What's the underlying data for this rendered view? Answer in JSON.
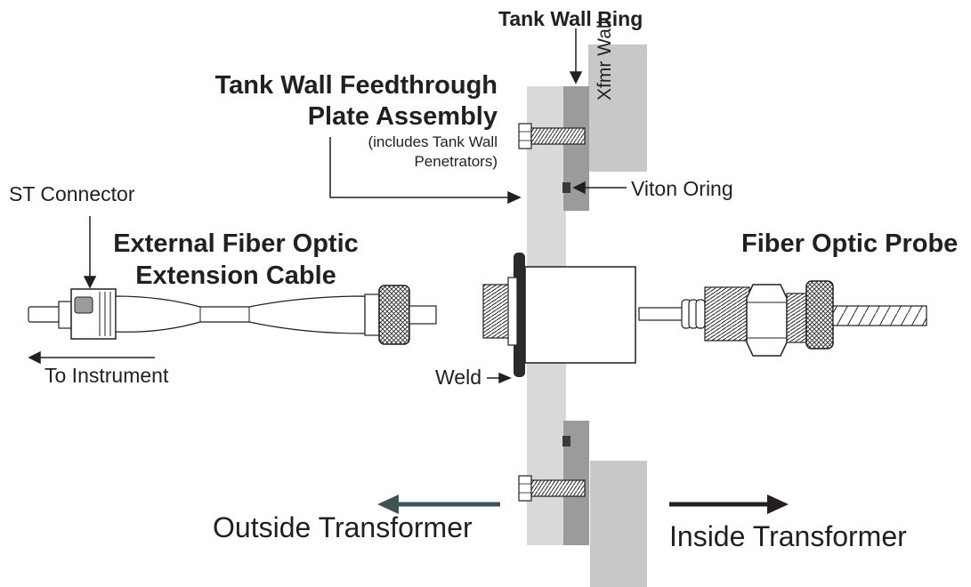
{
  "labels": {
    "tank_wall_ring": "Tank Wall Ring",
    "feedthrough_line1": "Tank Wall Feedthrough",
    "feedthrough_line2": "Plate Assembly",
    "includes_line1": "(includes Tank Wall",
    "includes_line2": "Penetrators)",
    "xfmr_wall": "Xfmr Wall",
    "viton_oring": "Viton Oring",
    "st_connector": "ST Connector",
    "extension_line1": "External Fiber Optic",
    "extension_line2": "Extension Cable",
    "to_instrument": "To Instrument",
    "fiber_optic_probe": "Fiber Optic Probe",
    "weld": "Weld",
    "outside_transformer": "Outside Transformer",
    "inside_transformer": "Inside Transformer"
  },
  "colors": {
    "outline": "#231f20",
    "plate_light": "#d9d9d9",
    "ring_dark": "#9b9b9b",
    "xfmr_wall": "#c8c8c8",
    "outside_arrow": "#3e5356",
    "inside_arrow": "#231f20",
    "weld": "#2b2b2b"
  }
}
